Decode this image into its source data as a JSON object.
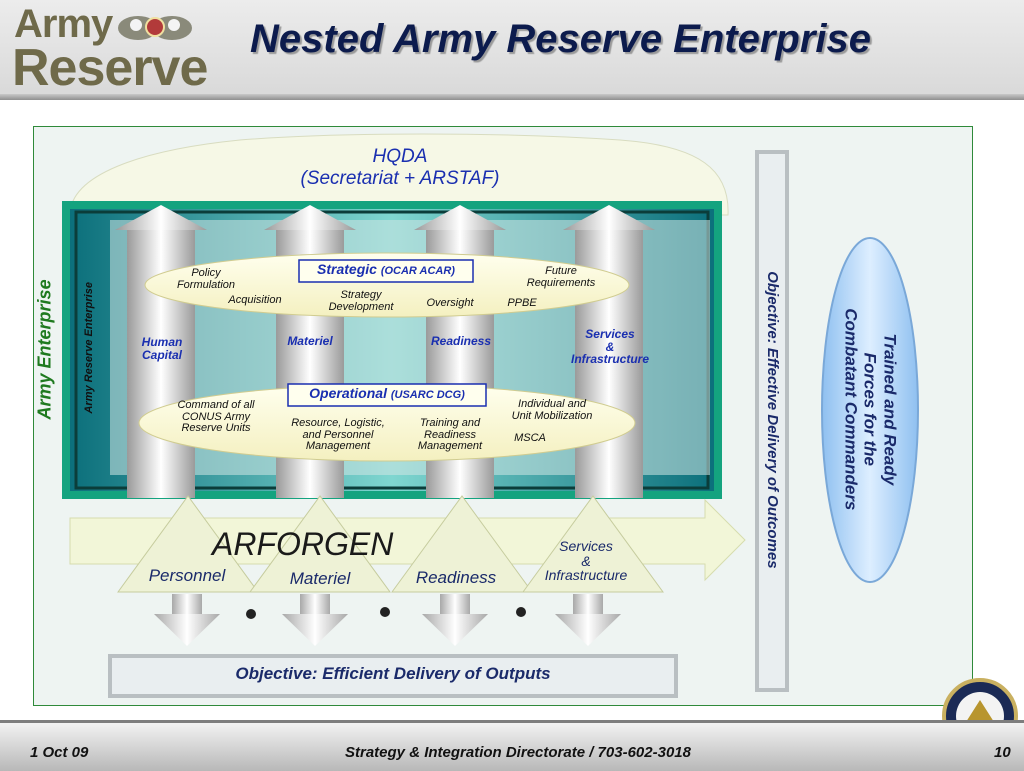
{
  "header": {
    "logo_line1": "Army",
    "logo_line2": "Reserve",
    "title": "Nested Army Reserve Enterprise"
  },
  "hqda": {
    "line1": "HQDA",
    "line2": "(Secretariat + ARSTAF)"
  },
  "labels": {
    "army_enterprise": "Army Enterprise",
    "army_reserve_enterprise": "Army Reserve Enterprise",
    "objective_outcomes": "Objective:  Effective Delivery of Outcomes",
    "objective_outputs": "Objective:  Efficient Delivery of Outputs",
    "trained_ready": [
      "Trained and Ready",
      "Forces for the",
      "Combatant Commanders"
    ]
  },
  "pillars": {
    "human_capital": [
      "Human",
      "Capital"
    ],
    "materiel": "Materiel",
    "readiness": "Readiness",
    "services": [
      "Services",
      "&",
      "Infrastructure"
    ]
  },
  "strategic": {
    "title": "Strategic",
    "subtitle": "(OCAR ACAR)",
    "policy_formulation": [
      "Policy",
      "Formulation"
    ],
    "acquisition": "Acquisition",
    "strategy_development": [
      "Strategy",
      "Development"
    ],
    "oversight": "Oversight",
    "future_requirements": [
      "Future",
      "Requirements"
    ],
    "ppbe": "PPBE"
  },
  "operational": {
    "title": "Operational",
    "subtitle": "(USARC DCG)",
    "command": [
      "Command of all",
      "CONUS Army",
      "Reserve Units"
    ],
    "resource": [
      "Resource, Logistic,",
      "and Personnel",
      "Management"
    ],
    "training": [
      "Training and",
      "Readiness",
      "Management"
    ],
    "individual": [
      "Individual and",
      "Unit Mobilization"
    ],
    "msca": "MSCA"
  },
  "arforgen": {
    "title": "ARFORGEN",
    "personnel": "Personnel",
    "materiel": "Materiel",
    "readiness": "Readiness",
    "services": [
      "Services",
      "&",
      "Infrastructure"
    ]
  },
  "footer": {
    "date": "1 Oct 09",
    "org": "Strategy & Integration Directorate / 703-602-3018",
    "page": "10"
  },
  "colors": {
    "dark_blue": "#0c1b4d",
    "blue_text": "#1a2fb0",
    "green_text": "#1f7a1f",
    "teal_border": "#14a37f",
    "header_gray": "#d9d9d9"
  }
}
